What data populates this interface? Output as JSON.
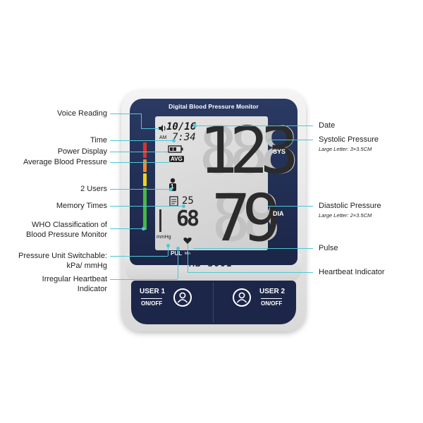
{
  "device": {
    "title": "Digital Blood Pressure Monitor",
    "model": "MB-300I",
    "user1_label": "USER 1",
    "user2_label": "USER 2",
    "on_off": "ON/OFF"
  },
  "lcd": {
    "date": "10/16",
    "am": "AM",
    "time": "7:34",
    "avg": "AVG",
    "user_number": "1",
    "memory": "25",
    "pulse": "68",
    "systolic": "123",
    "diastolic": "79",
    "sys": "SYS",
    "dia": "DIA",
    "mmhg": "mmHg",
    "pul": "PUL",
    "min": "Min"
  },
  "callouts": {
    "voice_reading": "Voice Reading",
    "time": "Time",
    "power_display": "Power Display",
    "average_bp": "Average Blood Pressure",
    "two_users": "2 Users",
    "memory_times": "Memory Times",
    "who_line1": "WHO Classification of",
    "who_line2": "Blood Pressure Monitor",
    "unit_line1": "Pressure Unit Switchable:",
    "unit_line2": "kPa/ mmHg",
    "irregular_line1": "Irregular Heartbeat",
    "irregular_line2": "Indicator",
    "date": "Date",
    "systolic": "Systolic Pressure",
    "systolic_sub": "Large Letter: 3×3.5CM",
    "diastolic": "Diastolic Pressure",
    "diastolic_sub": "Large Letter: 2×3.5CM",
    "pulse": "Pulse",
    "heartbeat": "Heartbeat Indicator"
  },
  "colors": {
    "accent_line": "#4fc7d6",
    "panel": "#1c2648",
    "who_red": "#d9342b",
    "who_orange": "#f08a24",
    "who_yellow": "#f2d21d",
    "who_green": "#49b745"
  },
  "icons": [
    "speaker-icon",
    "battery-icon",
    "user-icon",
    "memory-icon",
    "heart-icon",
    "person-icon"
  ]
}
